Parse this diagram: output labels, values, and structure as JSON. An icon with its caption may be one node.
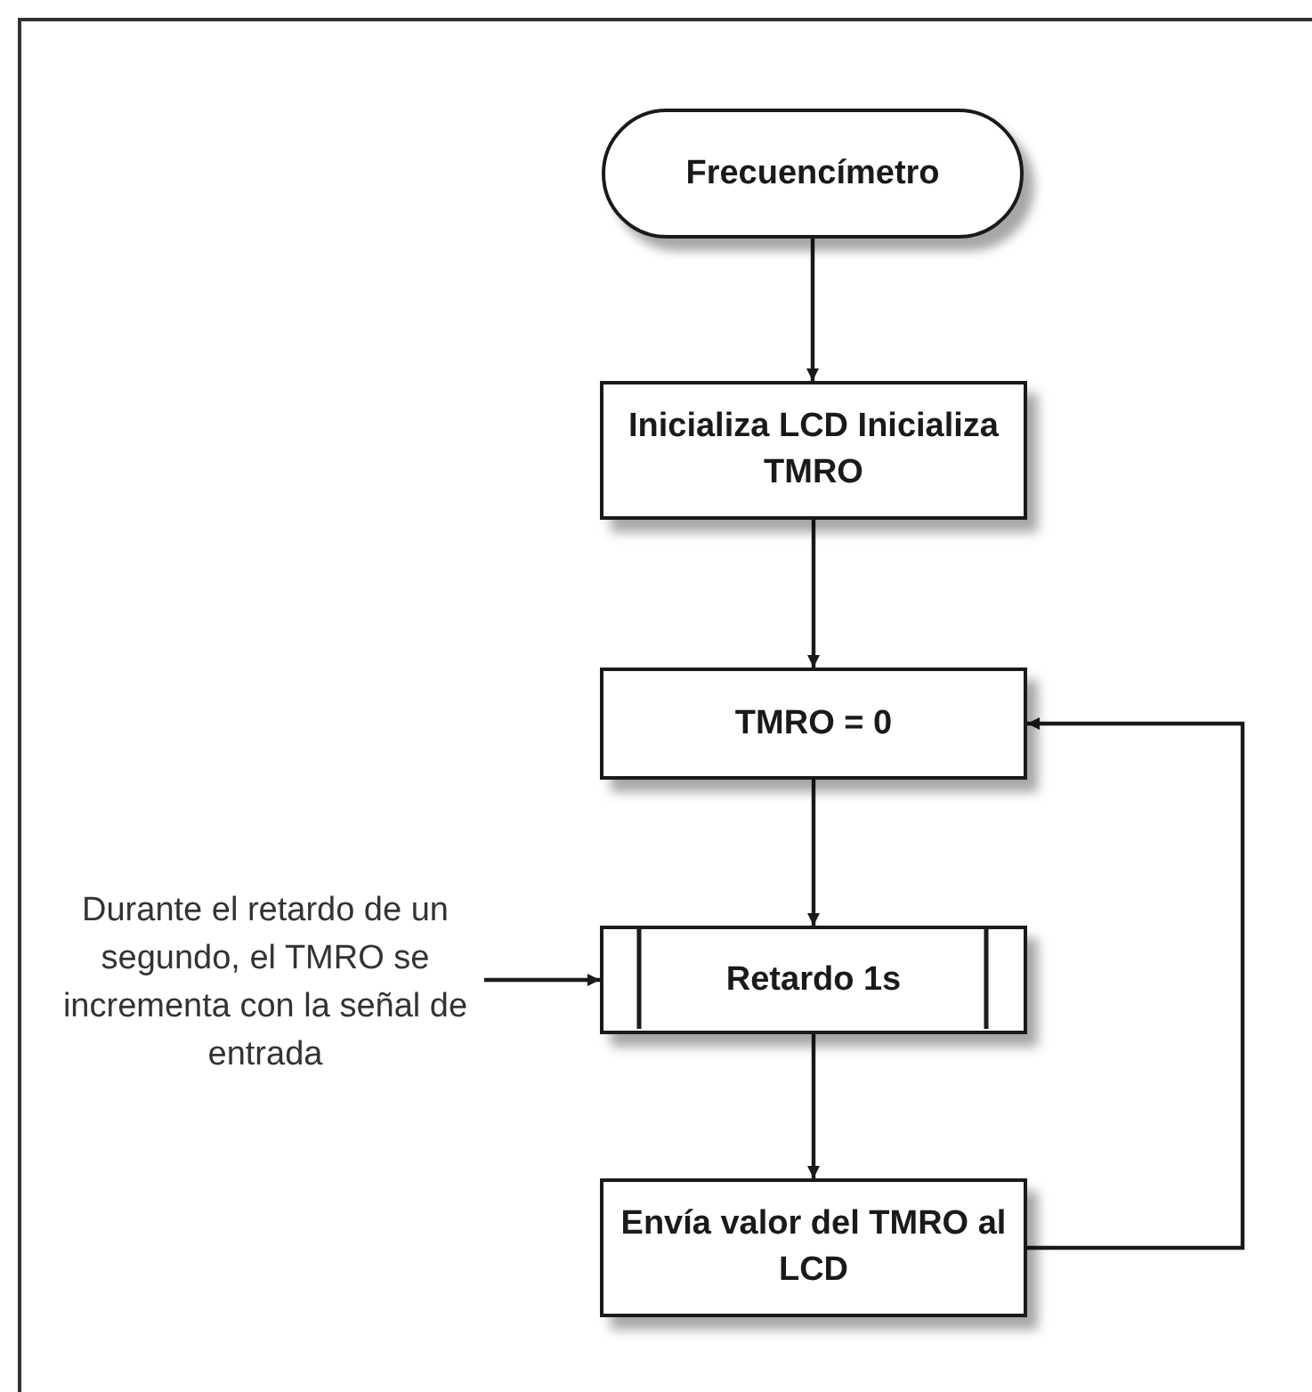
{
  "diagram": {
    "nodes": [
      {
        "text": [
          "Frecuencímetro"
        ]
      },
      {
        "text": [
          "Inicializa LCD Inicializa TMRO"
        ]
      },
      {
        "text": [
          "TMRO = 0"
        ]
      },
      {
        "text": [
          "Durante el retardo de un segundo, el TMRO se incrementa con la señal de entrada"
        ]
      },
      {
        "text": [
          "Retardo 1s"
        ]
      },
      {
        "text": [
          "Envía valor del TMRO al LCD"
        ]
      }
    ],
    "edges": [
      {
        "from": 0,
        "to": 1,
        "arrow": "to"
      },
      {
        "from": 1,
        "to": 2,
        "arrow": "to"
      },
      {
        "from": 2,
        "to": 4,
        "arrow": "to"
      },
      {
        "from": 3,
        "to": 4,
        "arrow": "to"
      },
      {
        "from": 4,
        "to": 5,
        "arrow": "to"
      },
      {
        "from": 5,
        "to": 2,
        "arrow": "to"
      }
    ]
  }
}
